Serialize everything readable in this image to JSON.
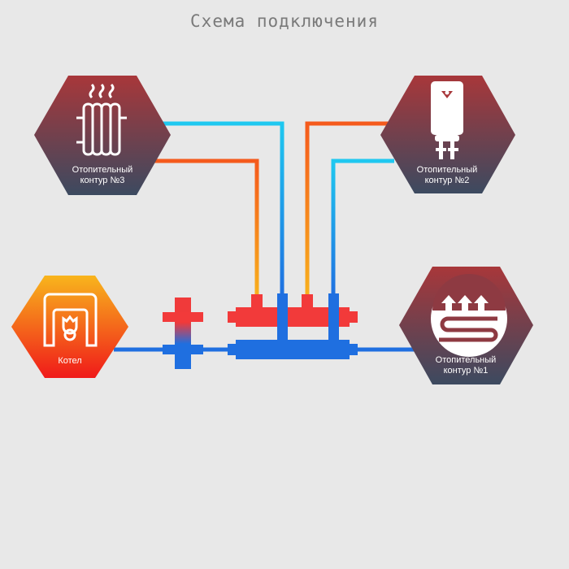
{
  "title": "Схема подключения",
  "nodes": {
    "boiler": {
      "label": "Котел",
      "icon": "boiler-icon"
    },
    "circuit1": {
      "label_line1": "Отопительный",
      "label_line2": "контур  №1",
      "icon": "underfloor-heating-icon"
    },
    "circuit2": {
      "label_line1": "Отопительный",
      "label_line2": "контур  №2",
      "icon": "water-heater-icon"
    },
    "circuit3": {
      "label_line1": "Отопительный",
      "label_line2": "контур  №3",
      "icon": "radiator-icon"
    }
  },
  "colors": {
    "background": "#e8e8e8",
    "hot": "#f03a2e",
    "warm": "#f5a623",
    "cold": "#1f6fe0",
    "cool": "#1fb8e8",
    "hex_top": "#a8373a",
    "hex_bottom": "#3c4a60"
  }
}
